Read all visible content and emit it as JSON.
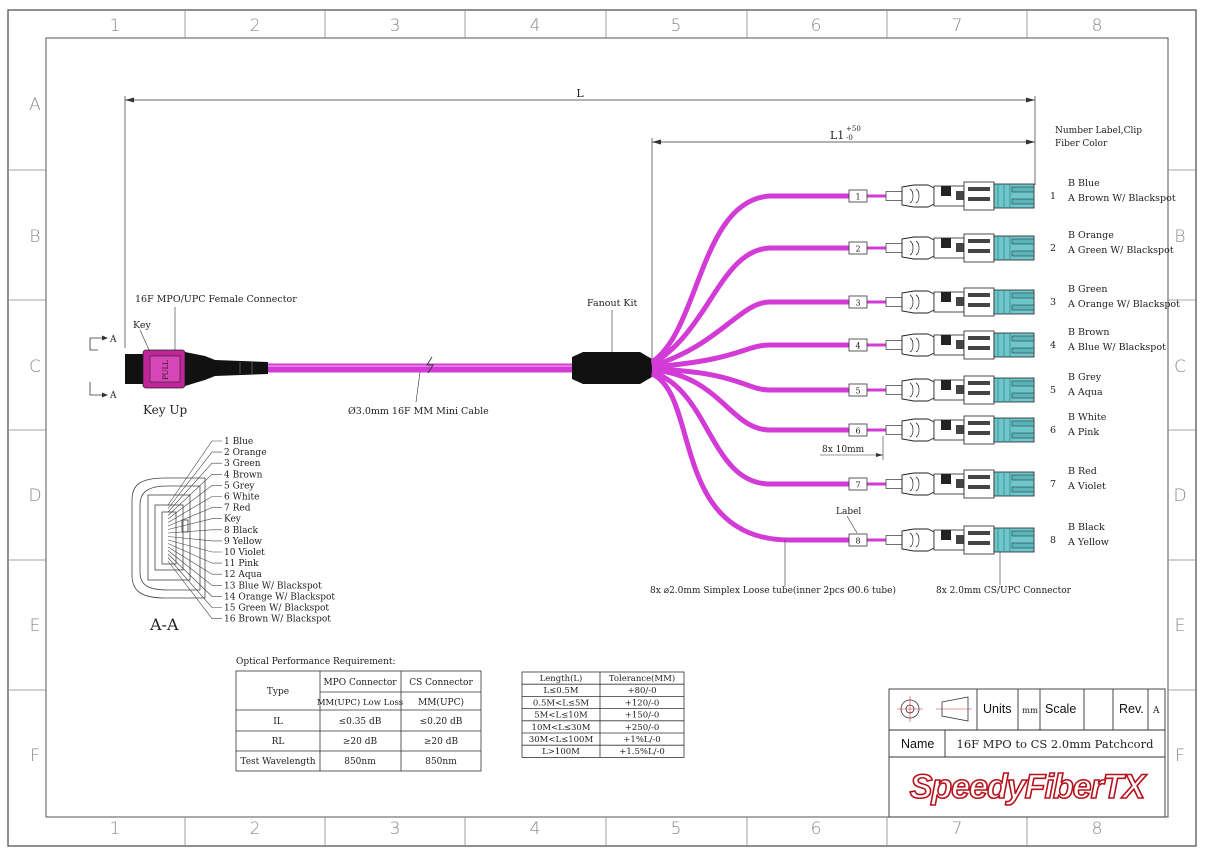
{
  "zones": {
    "cols": [
      "1",
      "2",
      "3",
      "4",
      "5",
      "6",
      "7",
      "8"
    ],
    "rows": [
      "A",
      "B",
      "C",
      "D",
      "E",
      "F"
    ]
  },
  "dims": {
    "L": "L",
    "L1": "L1",
    "L1_tol_plus": "+50",
    "L1_tol_minus": "-0",
    "spacing": "8x 10mm"
  },
  "labels": {
    "mpo_connector": "16F MPO/UPC Female Connector",
    "key": "Key",
    "section_a": "A",
    "key_up": "Key Up",
    "cable": "Ø3.0mm 16F MM Mini Cable",
    "fanout": "Fanout Kit",
    "number_label_1": "Number Label,Clip",
    "number_label_2": "Fiber Color",
    "label": "Label",
    "tube": "8x ⌀2.0mm Simplex Loose tube(inner 2pcs Ø0.6 tube)",
    "cs_connector": "8x 2.0mm CS/UPC Connector",
    "section_title": "A-A",
    "pull": "PULL"
  },
  "legs": [
    {
      "num": "1",
      "b": "B Blue",
      "a": "A Brown W/ Blackspot"
    },
    {
      "num": "2",
      "b": "B Orange",
      "a": "A Green W/ Blackspot"
    },
    {
      "num": "3",
      "b": "B Green",
      "a": "A Orange W/ Blackspot"
    },
    {
      "num": "4",
      "b": "B Brown",
      "a": "A Blue W/ Blackspot"
    },
    {
      "num": "5",
      "b": "B Grey",
      "a": "A Aqua"
    },
    {
      "num": "6",
      "b": "B White",
      "a": "A Pink"
    },
    {
      "num": "7",
      "b": "B Red",
      "a": "A Violet"
    },
    {
      "num": "8",
      "b": "B Black",
      "a": "A Yellow"
    }
  ],
  "fiber_list": [
    "1 Blue",
    "2 Orange",
    "3 Green",
    "4 Brown",
    "5 Grey",
    "6 White",
    "7 Red",
    "Key",
    "8 Black",
    "9 Yellow",
    "10 Violet",
    "11 Pink",
    "12 Aqua",
    "13 Blue W/ Blackspot",
    "14 Orange W/ Blackspot",
    "15 Green W/ Blackspot",
    "16 Brown W/ Blackspot"
  ],
  "optical": {
    "title": "Optical Performance Requirement:",
    "headers": [
      "Type",
      "MPO Connector",
      "CS Connector"
    ],
    "sub": [
      "MM(UPC) Low Loss",
      "MM(UPC)"
    ],
    "rows": [
      [
        "IL",
        "≤0.35 dB",
        "≤0.20 dB"
      ],
      [
        "RL",
        "≥20 dB",
        "≥20 dB"
      ],
      [
        "Test Wavelength",
        "850nm",
        "850nm"
      ]
    ]
  },
  "tolerance": {
    "headers": [
      "Length(L)",
      "Tolerance(MM)"
    ],
    "rows": [
      [
        "L≤0.5M",
        "+80/-0"
      ],
      [
        "0.5M<L≤5M",
        "+120/-0"
      ],
      [
        "5M<L≤10M",
        "+150/-0"
      ],
      [
        "10M<L≤30M",
        "+250/-0"
      ],
      [
        "30M<L≤100M",
        "+1%L/-0"
      ],
      [
        "L>100M",
        "+1.5%L/-0"
      ]
    ]
  },
  "title_block": {
    "units": "Units",
    "units_value": "mm",
    "scale": "Scale",
    "rev": "Rev.",
    "rev_value": "A",
    "name": "Name",
    "name_value": "16F MPO to CS 2.0mm Patchcord",
    "logo": "SpeedyFiberTX"
  },
  "colors": {
    "fiber": "#d23bd6",
    "fiber_dark": "#b020b8",
    "mpo": "#c0269a",
    "cs_body": "#6fc7cc",
    "logo": "#b5121b",
    "frame": "#555555"
  }
}
